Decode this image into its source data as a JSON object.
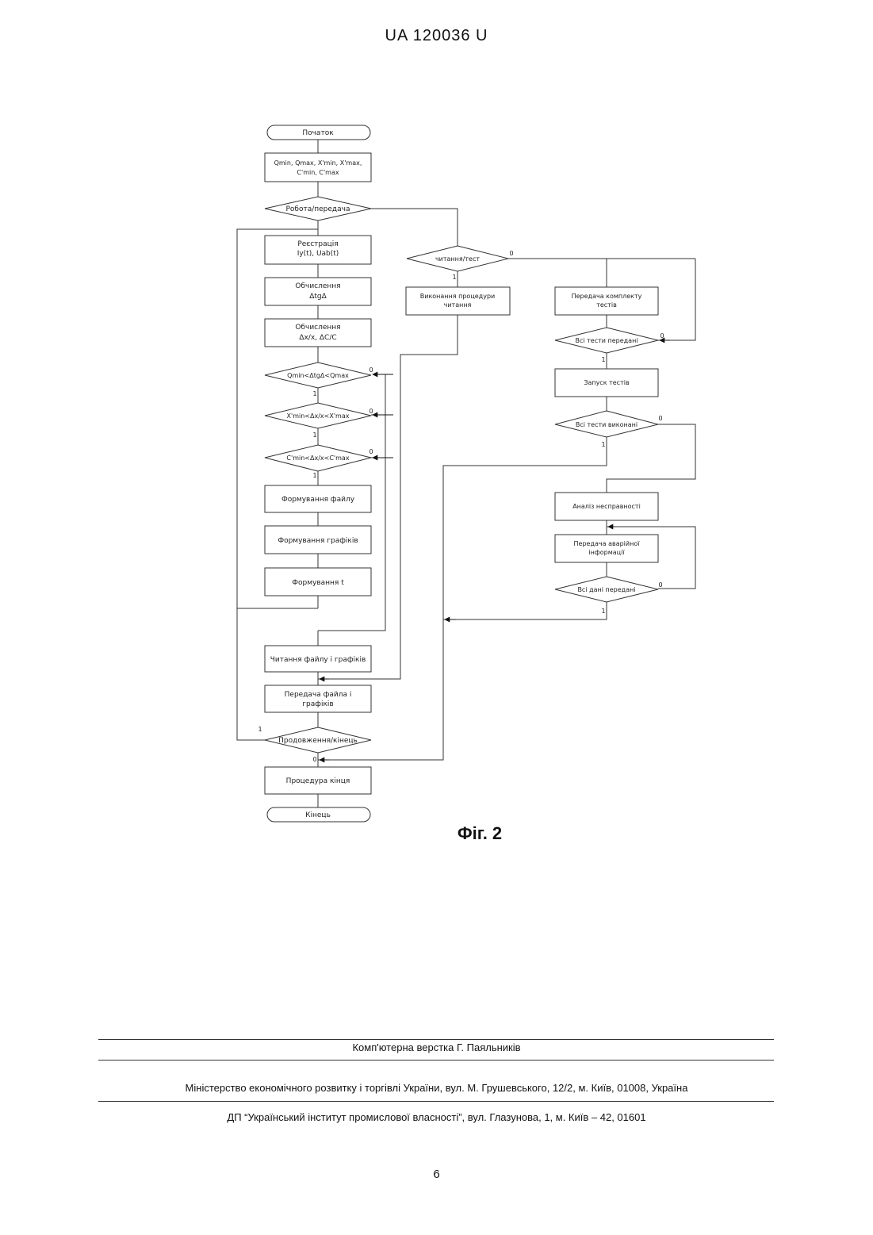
{
  "header": {
    "doc_number": "UA   120036   U"
  },
  "diagram": {
    "nodes": {
      "start": "Початок",
      "params_line1": "Qmin, Qmax, X'min, X'max,",
      "params_line2": "C'min, C'max",
      "mode": "Робота/передача",
      "register_line1": "Реєстрація",
      "register_line2": "Iy(t), Uab(t)",
      "calc1_line1": "Обчислення",
      "calc1_line2": "ΔtgΔ",
      "calc2_line1": "Обчислення",
      "calc2_line2": "Δx/x, ΔC/C",
      "cond1": "Qmin<ΔtgΔ<Qmax",
      "cond2": "X'min<Δx/x<X'max",
      "cond3": "C'min<Δx/x<C'max",
      "file_form": "Формування файлу",
      "graph_form": "Формування графіків",
      "t_form": "Формування t",
      "read_file": "Читання файлу і графіків",
      "transfer_line1": "Передача файла і",
      "transfer_line2": "графіків",
      "cont_end": "Продовження/кінець",
      "end_proc": "Процедура кінця",
      "end": "Кінець",
      "read_test": "читання/тест",
      "exec_read_line1": "Виконання процедури",
      "exec_read_line2": "читання",
      "send_tests_line1": "Передача комплекту",
      "send_tests_line2": "тестів",
      "all_sent": "Всі тести передані",
      "run_tests": "Запуск тестів",
      "all_done": "Всі тести виконані",
      "fault_analysis": "Аналіз несправності",
      "send_alarm_line1": "Передача аварійної",
      "send_alarm_line2": "інформації",
      "all_data_sent": "Всі дані передані"
    },
    "branch_labels": {
      "zero": "0",
      "one": "1"
    },
    "caption": "Фіг. 2"
  },
  "footer": {
    "layout_credit": "Комп'ютерна верстка Г. Паяльників",
    "ministry": "Міністерство економічного розвитку і торгівлі України, вул. М. Грушевського, 12/2, м. Київ, 01008, Україна",
    "institute": "ДП “Український інститут промислової власності”, вул. Глазунова, 1, м. Київ – 42, 01601"
  },
  "page_number": "6"
}
